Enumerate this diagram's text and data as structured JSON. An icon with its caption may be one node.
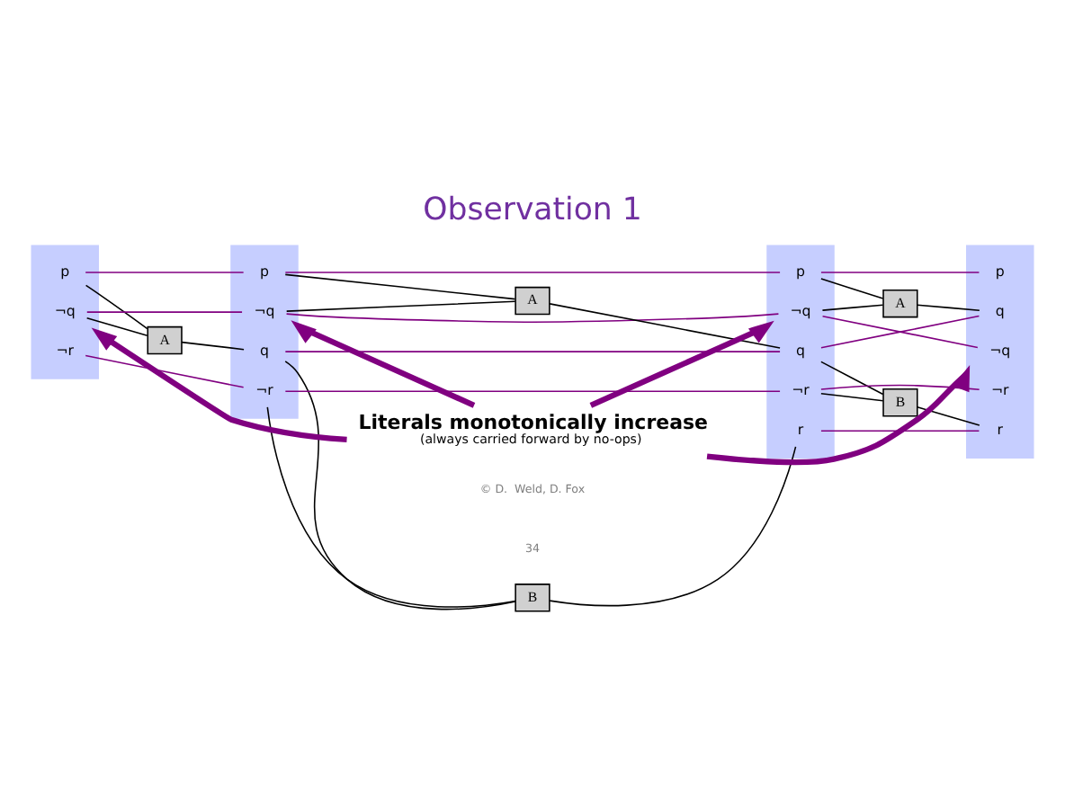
{
  "diagram": {
    "title": "Observation 1",
    "nodes": [
      {
        "text": [],
        "shape": "box"
      },
      {
        "text": [
          "p"
        ],
        "in": 0
      },
      {
        "text": [
          "¬q"
        ],
        "in": 0
      },
      {
        "text": [
          "¬r"
        ],
        "in": 0
      },
      {
        "text": [
          "A"
        ]
      },
      {
        "text": [],
        "shape": "box"
      },
      {
        "text": [
          "p"
        ],
        "in": 5
      },
      {
        "text": [
          "q"
        ],
        "in": 5
      },
      {
        "text": [
          "¬q"
        ],
        "in": 5
      },
      {
        "text": [
          "¬r"
        ],
        "in": 5
      },
      {
        "text": [
          "A"
        ]
      },
      {
        "text": [
          "B"
        ]
      },
      {
        "text": [],
        "shape": "box"
      },
      {
        "text": [
          "p"
        ],
        "in": 12
      },
      {
        "text": [
          "q"
        ],
        "in": 12
      },
      {
        "text": [
          "¬q"
        ],
        "in": 12
      },
      {
        "text": [
          "r"
        ],
        "in": 12
      },
      {
        "text": [
          "¬r"
        ],
        "in": 12
      },
      {
        "text": [
          "A"
        ]
      },
      {
        "text": [
          "B"
        ]
      },
      {
        "text": [],
        "shape": "box"
      },
      {
        "text": [
          "p"
        ],
        "in": 20
      },
      {
        "text": [
          "q"
        ],
        "in": 20
      },
      {
        "text": [
          "¬q"
        ],
        "in": 20
      },
      {
        "text": [
          "r"
        ],
        "in": 20
      },
      {
        "text": [
          "¬r"
        ],
        "in": 20
      },
      {
        "text": [
          "Literals monotonically increase",
          "(always carried forward by no-ops)"
        ]
      }
    ],
    "edges": [
      {
        "from": 1,
        "to": 6,
        "arrow": "none",
        "color": "#800080"
      },
      {
        "from": 1,
        "to": 4,
        "arrow": "none",
        "color": "#000000"
      },
      {
        "from": 2,
        "to": 4,
        "arrow": "none",
        "color": "#000000"
      },
      {
        "from": 4,
        "to": 7,
        "arrow": "none",
        "color": "#000000"
      },
      {
        "from": 2,
        "to": 8,
        "arrow": "none",
        "color": "#800080"
      },
      {
        "from": 3,
        "to": 9,
        "arrow": "none",
        "color": "#800080"
      },
      {
        "from": 6,
        "to": 13,
        "arrow": "none",
        "color": "#800080"
      },
      {
        "from": 6,
        "to": 10,
        "arrow": "none",
        "color": "#000000"
      },
      {
        "from": 8,
        "to": 10,
        "arrow": "none",
        "color": "#000000"
      },
      {
        "from": 10,
        "to": 14,
        "arrow": "none",
        "color": "#000000"
      },
      {
        "from": 7,
        "to": 14,
        "arrow": "none",
        "color": "#800080"
      },
      {
        "from": 7,
        "to": 11,
        "arrow": "none",
        "color": "#000000"
      },
      {
        "from": 9,
        "to": 11,
        "arrow": "none",
        "color": "#000000"
      },
      {
        "from": 11,
        "to": 16,
        "arrow": "none",
        "color": "#000000"
      },
      {
        "from": 8,
        "to": 15,
        "arrow": "none",
        "color": "#800080"
      },
      {
        "from": 9,
        "to": 17,
        "arrow": "none",
        "color": "#800080"
      },
      {
        "from": 13,
        "to": 21,
        "arrow": "none",
        "color": "#800080"
      },
      {
        "from": 13,
        "to": 18,
        "arrow": "none",
        "color": "#000000"
      },
      {
        "from": 15,
        "to": 18,
        "arrow": "none",
        "color": "#000000"
      },
      {
        "from": 18,
        "to": 22,
        "arrow": "none",
        "color": "#000000"
      },
      {
        "from": 14,
        "to": 22,
        "arrow": "none",
        "color": "#800080"
      },
      {
        "from": 14,
        "to": 19,
        "arrow": "none",
        "color": "#000000"
      },
      {
        "from": 17,
        "to": 19,
        "arrow": "none",
        "color": "#000000"
      },
      {
        "from": 19,
        "to": 24,
        "arrow": "none",
        "color": "#000000"
      },
      {
        "from": 15,
        "to": 23,
        "arrow": "none",
        "color": "#800080"
      },
      {
        "from": 16,
        "to": 24,
        "arrow": "none",
        "color": "#800080"
      },
      {
        "from": 17,
        "to": 25,
        "arrow": "none",
        "color": "#800080"
      },
      {
        "from": 26,
        "to": 0,
        "arrow": "to",
        "style": "thick",
        "color": "#800080"
      },
      {
        "from": 26,
        "to": 5,
        "arrow": "to",
        "style": "thick",
        "color": "#800080"
      },
      {
        "from": 26,
        "to": 12,
        "arrow": "to",
        "style": "thick",
        "color": "#800080"
      },
      {
        "from": 26,
        "to": 20,
        "arrow": "to",
        "style": "thick",
        "color": "#800080"
      }
    ],
    "labels": [
      "© D.  Weld, D. Fox",
      "34"
    ]
  }
}
